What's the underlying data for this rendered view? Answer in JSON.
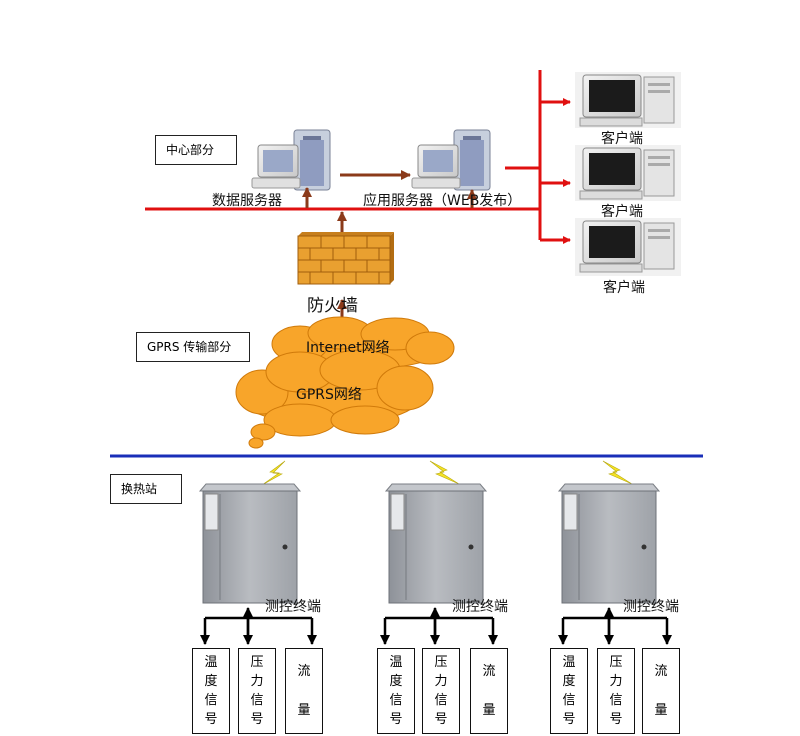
{
  "section_labels": {
    "center": "中心部分",
    "gprs": "GPRS 传输部分",
    "station": "换热站"
  },
  "nodes": {
    "data_server": "数据服务器",
    "app_server": "应用服务器（WEB发布）",
    "firewall": "防火墙",
    "internet": "Internet网络",
    "gprs_net": "GPRS网络",
    "clients": [
      "客户端",
      "客户端",
      "客户端"
    ],
    "terminals": [
      "测控终端",
      "测控终端",
      "测控终端"
    ]
  },
  "signals": [
    [
      "温度信号",
      "压力信号",
      "流量"
    ],
    [
      "温度信号",
      "压力信号",
      "流量"
    ],
    [
      "温度信号",
      "压力信号",
      "流量"
    ]
  ],
  "colors": {
    "red_line": "#e01010",
    "blue_line": "#1a2fb8",
    "arrow_brown": "#8b3a1a",
    "cloud_orange": "#f8a52a",
    "brick": "#e9a030",
    "cabinet_gray": "#a9adb3",
    "lightning_yellow": "#f4e226"
  }
}
